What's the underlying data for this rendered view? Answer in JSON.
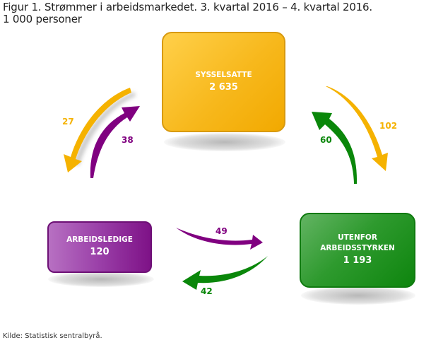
{
  "title": {
    "line1": "Figur 1. Strømmer i arbeidsmarkedet. 3. kvartal 2016 – 4. kvartal 2016.",
    "line2": "1 000 personer"
  },
  "boxes": {
    "sysselsatte": {
      "label": "SYSSELSATTE",
      "value": "2 635",
      "color": "#f7b81c"
    },
    "arbeidsledige": {
      "label": "ARBEIDSLEDIGE",
      "value": "120",
      "color": "#9a3fa8"
    },
    "utenfor": {
      "label_line1": "UTENFOR",
      "label_line2": "ARBEIDSSTYRKEN",
      "value": "1 193",
      "color": "#1f8f1f"
    }
  },
  "flows": [
    {
      "from": "SYSSELSATTE",
      "to": "ARBEIDSLEDIGE",
      "value": "27",
      "color": "#f5b200"
    },
    {
      "from": "ARBEIDSLEDIGE",
      "to": "SYSSELSATTE",
      "value": "38",
      "color": "#800080"
    },
    {
      "from": "UTENFOR ARBEIDSSTYRKEN",
      "to": "SYSSELSATTE",
      "value": "60",
      "color": "#0a870a"
    },
    {
      "from": "SYSSELSATTE",
      "to": "UTENFOR ARBEIDSSTYRKEN",
      "value": "102",
      "color": "#f5b200"
    },
    {
      "from": "ARBEIDSLEDIGE",
      "to": "UTENFOR ARBEIDSSTYRKEN",
      "value": "49",
      "color": "#800080"
    },
    {
      "from": "UTENFOR ARBEIDSSTYRKEN",
      "to": "ARBEIDSLEDIGE",
      "value": "42",
      "color": "#0a870a"
    }
  ],
  "source": "Kilde: Statistisk sentralbyrå."
}
